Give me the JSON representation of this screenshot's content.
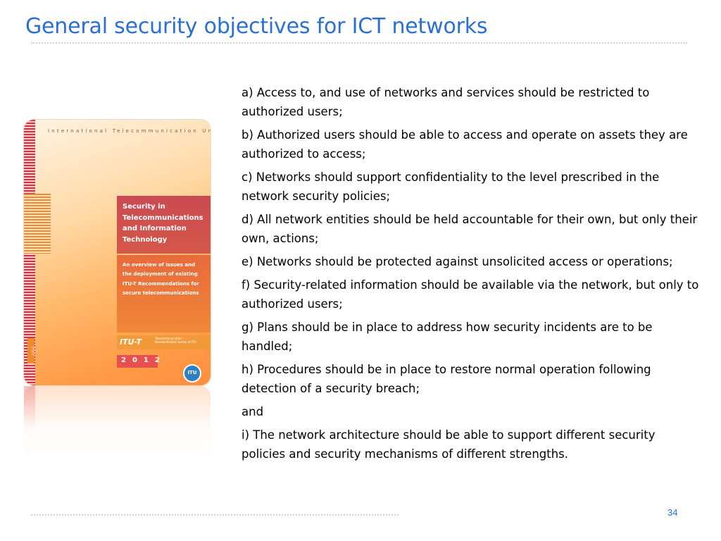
{
  "slide": {
    "title": "General security objectives for ICT networks",
    "page_number": "34",
    "title_color": "#2a6fd6"
  },
  "cover": {
    "organization": "International Telecommunication Union",
    "title": "Security in Telecommunications and Information Technology",
    "subtitle": "An overview of issues and the deployment of existing ITU-T Recommendations for secure telecommunications",
    "series": "ITU-T",
    "sector": "Telecommunication Standardization Sector of ITU",
    "year": "2012",
    "spine_tag": "ITU-T",
    "logo_text": "ITU"
  },
  "objectives": [
    "a) Access to, and use of networks and services should be restricted to authorized users;",
    "b) Authorized users should be able to access and operate on assets they are authorized to access;",
    "c) Networks should support confidentiality to the level prescribed in the network security policies;",
    "d) All network entities should be held accountable for their own, but only their own, actions;",
    "e) Networks should be protected against unsolicited access or operations;",
    "f) Security-related information should be available via the network, but only to authorized users;",
    "g) Plans should be in place to address how security incidents are to be handled;",
    "h) Procedures should be in place to restore normal operation following detection of a security breach;",
    "and",
    "i) The network architecture should be able to support different security policies and security mechanisms of different strengths."
  ]
}
